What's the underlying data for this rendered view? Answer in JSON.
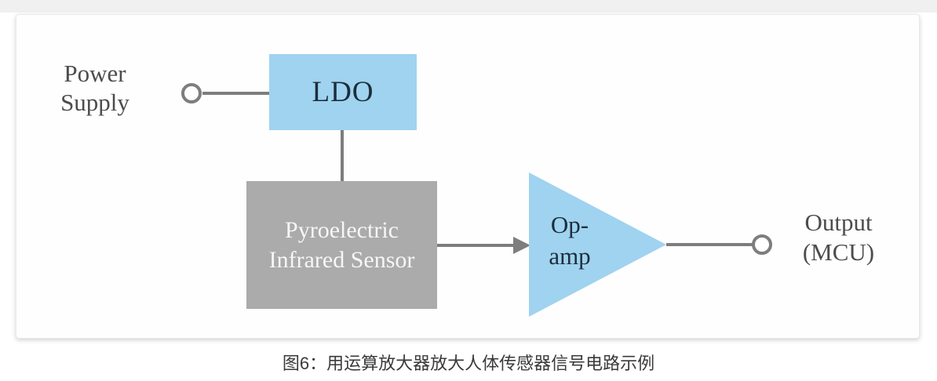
{
  "figure": {
    "caption": "图6：用运算放大器放大人体传感器信号电路示例"
  },
  "diagram": {
    "power_supply_label": "Power Supply",
    "ldo_label": "LDO",
    "sensor_label": "Pyroelectric Infrared Sensor",
    "opamp_label": "Op-amp",
    "output_label": "Output (MCU)"
  },
  "colors": {
    "block_blue": "#9fd3ef",
    "block_gray": "#ababab",
    "wire_gray": "#7d7d7d",
    "outer_text": "#4c4c4c",
    "block_text": "#1d2d3c",
    "sensor_text": "#f6f6f6",
    "caption_text": "#3a3a3a",
    "panel_bg": "#fefefe",
    "strip_bg": "#f0f0f0"
  }
}
